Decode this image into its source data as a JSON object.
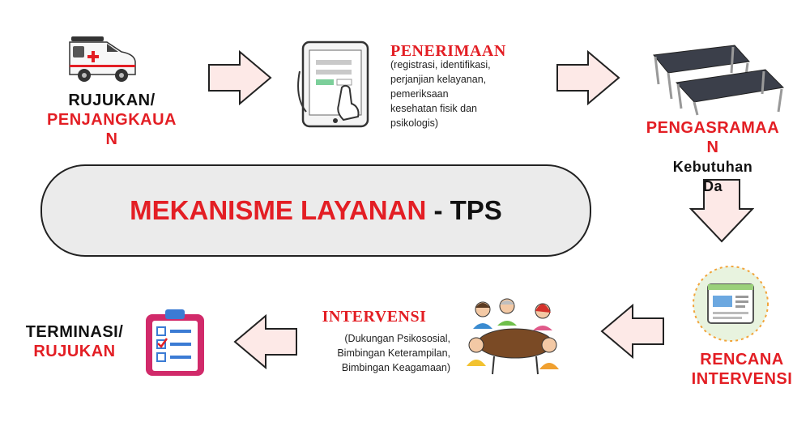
{
  "title": {
    "main": "MEKANISME LAYANAN",
    "sep": " - ",
    "suffix": "TPS"
  },
  "steps": {
    "rujukan": {
      "line1": "RUJUKAN/",
      "line2": "PENJANGKAUA",
      "line3": "N"
    },
    "penerimaan": {
      "title": "PENERIMAAN",
      "detail": [
        "(registrasi, identifikasi,",
        "perjanjian  kelayanan,",
        "pemeriksaan",
        "kesehatan fisik dan",
        "psikologis)"
      ]
    },
    "pengasramaan": {
      "line1": "PENGASRAMAA",
      "line2": "N",
      "sub1": "Kebutuhan",
      "sub2": "Da"
    },
    "rencana": {
      "line1": "RENCANA",
      "line2": "INTERVENSI"
    },
    "intervensi": {
      "title": "INTERVENSI",
      "detail": [
        "(Dukungan Psikososial,",
        "Bimbingan Keterampilan,",
        "Bimbingan Keagamaan)"
      ]
    },
    "terminasi": {
      "line1": "TERMINASI/",
      "line2": "RUJUKAN"
    }
  },
  "icons": [
    "ambulance-icon",
    "tablet-form-icon",
    "cots-icon",
    "plan-document-icon",
    "group-meeting-icon",
    "checklist-icon"
  ],
  "colors": {
    "accent": "#e31e24",
    "arrow_fill": "#fde9e7",
    "box_fill": "#ebebeb"
  }
}
